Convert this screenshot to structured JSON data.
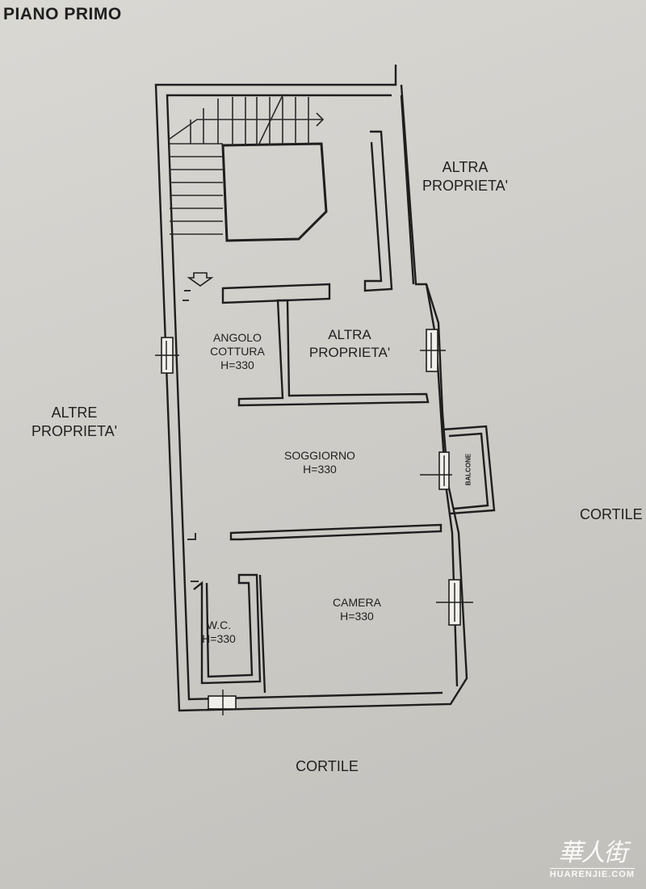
{
  "title": "PIANO PRIMO",
  "exterior": {
    "altra_top_1": "ALTRA",
    "altra_top_2": "PROPRIETA'",
    "altre_left_1": "ALTRE",
    "altre_left_2": "PROPRIETA'",
    "cortile_right": "CORTILE",
    "cortile_bottom": "CORTILE"
  },
  "rooms": {
    "angolo": {
      "line1": "ANGOLO",
      "line2": "COTTURA",
      "height": "H=330"
    },
    "altra": {
      "line1": "ALTRA",
      "line2": "PROPRIETA'"
    },
    "soggiorno": {
      "line1": "SOGGIORNO",
      "height": "H=330"
    },
    "camera": {
      "line1": "CAMERA",
      "height": "H=330"
    },
    "wc": {
      "line1": "W.C.",
      "height": "H=330"
    },
    "balcone": "BALCONE"
  },
  "watermark": {
    "mark": "華人街",
    "text": "HUARENJIE.COM"
  }
}
